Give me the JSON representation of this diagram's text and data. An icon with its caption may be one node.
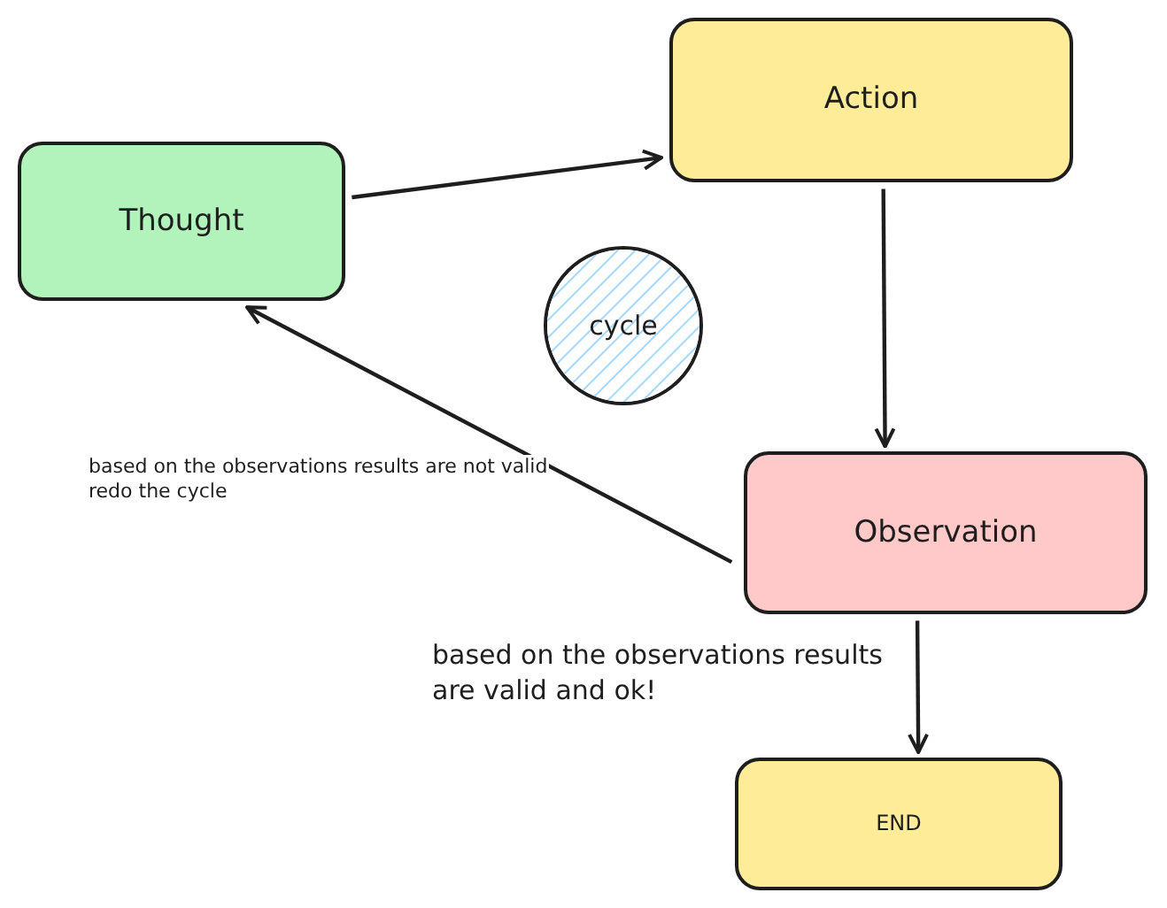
{
  "diagram": {
    "nodes": [
      {
        "text": [
          "Thought"
        ]
      },
      {
        "text": [
          "Action"
        ]
      },
      {
        "text": [
          "cycle"
        ]
      },
      {
        "text": [
          "Observation"
        ]
      },
      {
        "text": [
          "END"
        ]
      }
    ],
    "edges": [
      {
        "from": 0,
        "to": 1,
        "arrow": "to"
      },
      {
        "from": 1,
        "to": 3,
        "arrow": "to"
      },
      {
        "from": 3,
        "to": 0,
        "arrow": "to",
        "label": "based on the observations results are not valid redo the cycle"
      },
      {
        "from": 3,
        "to": 4,
        "arrow": "to",
        "label": "based on the observations results are valid and ok!"
      }
    ]
  }
}
